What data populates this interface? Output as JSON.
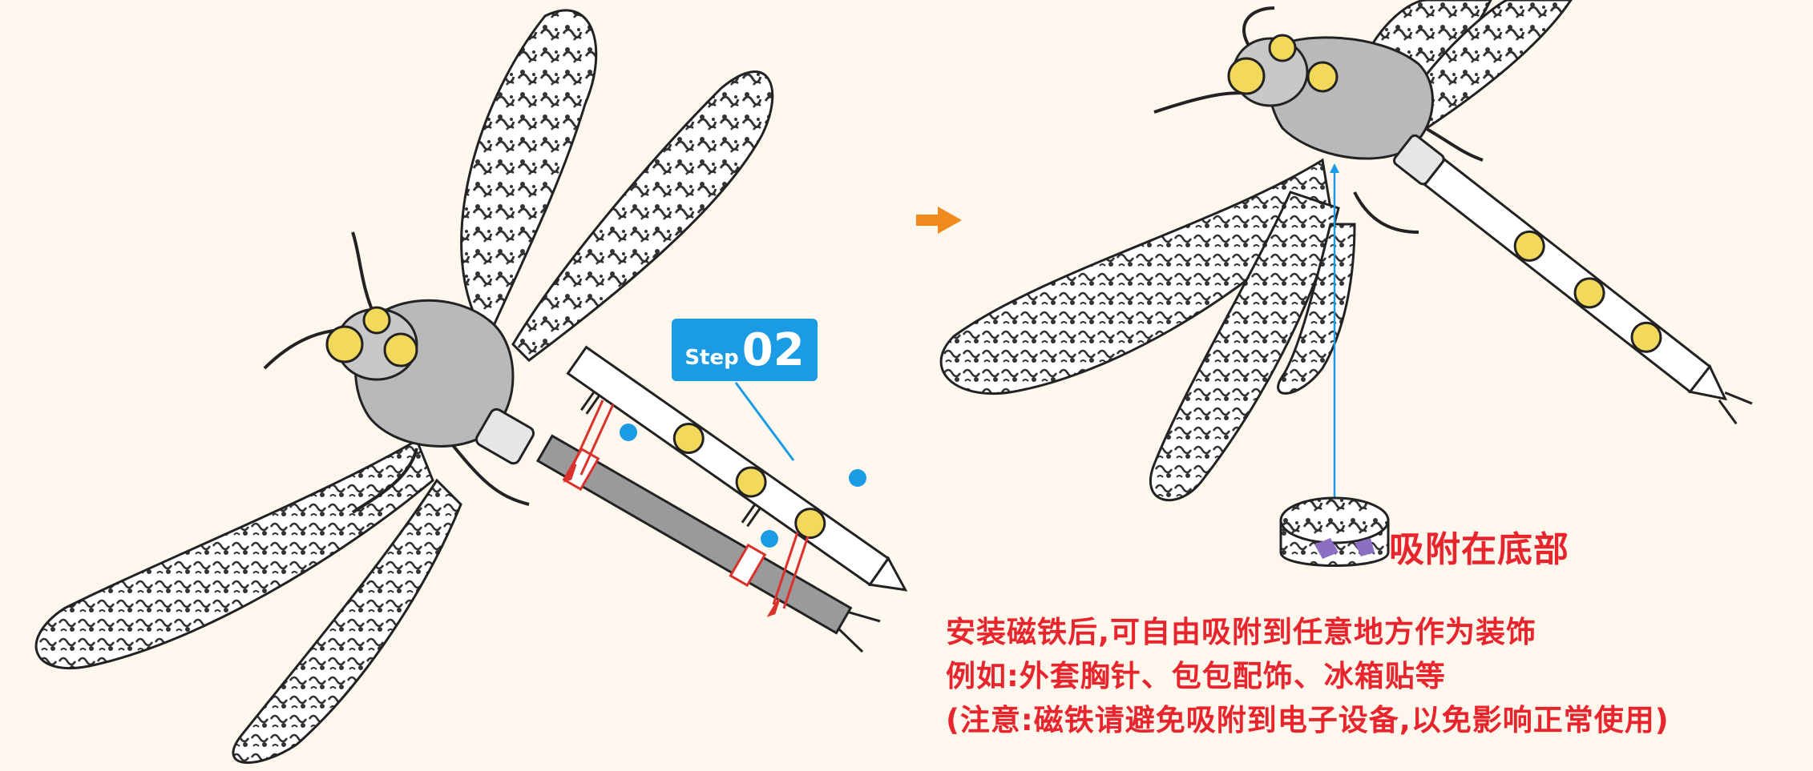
{
  "step": {
    "word": "Step",
    "number": "02"
  },
  "magnet_caption": "吸附在底部",
  "notes": [
    "安装磁铁后,可自由吸附到任意地方作为装饰",
    "例如:外套胸针、包包配饰、冰箱贴等",
    "(注意:磁铁请避免吸附到电子设备,以免影响正常使用)"
  ],
  "colors": {
    "background": "#fdf7ee",
    "accent_blue": "#1a9be3",
    "arrow_orange": "#f08a1c",
    "text_red": "#e8242c",
    "stone_yellow": "#f2d95c",
    "tail_grey": "#9a9a9a",
    "hint_red": "#d9312b"
  }
}
